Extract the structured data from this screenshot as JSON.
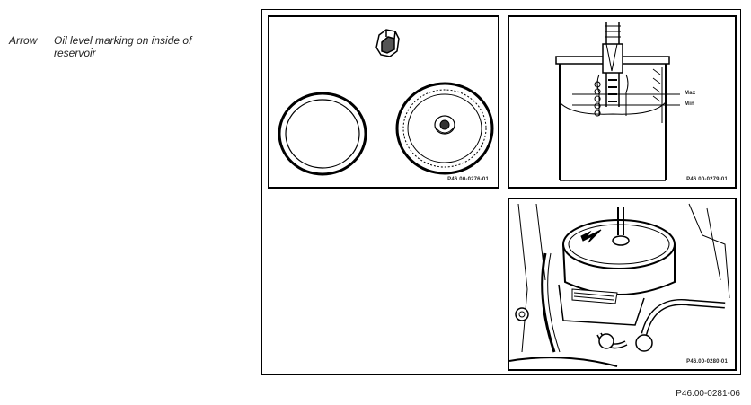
{
  "legend": {
    "key": "Arrow",
    "description": "Oil level marking on inside of reservoir"
  },
  "panels": [
    {
      "code": "P46.00-0276-01"
    },
    {
      "code": "P46.00-0279-01"
    },
    {
      "code": "P46.00-0280-01"
    }
  ],
  "level_marks": {
    "max": "Max",
    "min": "Min"
  },
  "figure_ref": "P46.00-0281-06"
}
